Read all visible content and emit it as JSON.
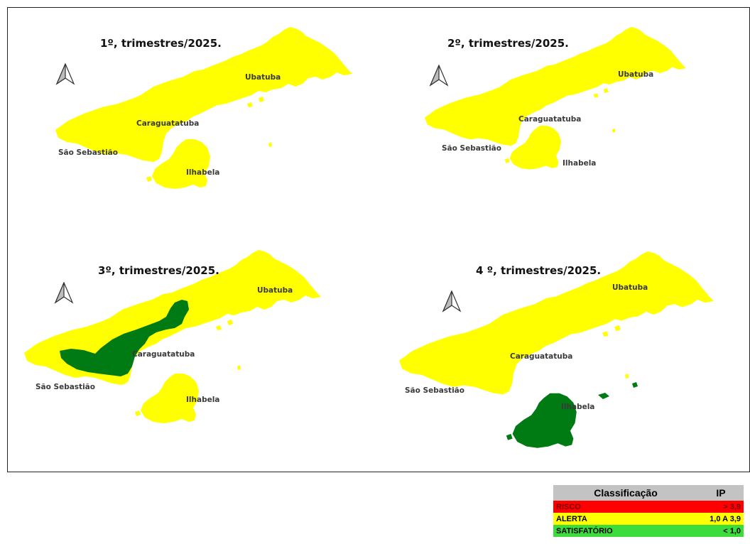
{
  "colors": {
    "default_land": "#ffff00",
    "satisfactory_land": "#007a12",
    "risco": "#ff0000",
    "alerta": "#ffff00",
    "satisfatorio": "#3cdc3c"
  },
  "maps": [
    {
      "title": "1º, trimestres/2025.",
      "labels": {
        "ubatuba": "Ubatuba",
        "caraguatatuba": "Caraguatatuba",
        "sao_sebastiao": "São Sebastião",
        "ilhabela": "Ilhabela"
      },
      "classification": {
        "ubatuba": "ALERTA",
        "caraguatatuba": "ALERTA",
        "sao_sebastiao": "ALERTA",
        "ilhabela": "ALERTA"
      }
    },
    {
      "title": "2º, trimestres/2025.",
      "labels": {
        "ubatuba": "Ubatuba",
        "caraguatatuba": "Caraguatatuba",
        "sao_sebastiao": "São Sebastião",
        "ilhabela": "Ilhabela"
      },
      "classification": {
        "ubatuba": "ALERTA",
        "caraguatatuba": "ALERTA",
        "sao_sebastiao": "ALERTA",
        "ilhabela": "ALERTA"
      }
    },
    {
      "title": "3º, trimestres/2025.",
      "labels": {
        "ubatuba": "Ubatuba",
        "caraguatatuba": "Caraguatatuba",
        "sao_sebastiao": "São Sebastião",
        "ilhabela": "Ilhabela"
      },
      "classification": {
        "ubatuba": "ALERTA",
        "caraguatatuba": "SATISFATÓRIO",
        "sao_sebastiao": "ALERTA",
        "ilhabela": "ALERTA"
      }
    },
    {
      "title": "4 º, trimestres/2025.",
      "labels": {
        "ubatuba": "Ubatuba",
        "caraguatatuba": "Caraguatatuba",
        "sao_sebastiao": "São Sebastião",
        "ilhabela": "Ilhabela"
      },
      "classification": {
        "ubatuba": "ALERTA",
        "caraguatatuba": "ALERTA",
        "sao_sebastiao": "ALERTA",
        "ilhabela": "SATISFATÓRIO"
      }
    }
  ],
  "legend": {
    "header": {
      "classificacao": "Classificação",
      "ip": "IP"
    },
    "rows": [
      {
        "label": "RISCO",
        "value": "> 3,9"
      },
      {
        "label": "ALERTA",
        "value": "1,0 A 3,9"
      },
      {
        "label": "SATISFATÓRIO",
        "value": "< 1,0"
      }
    ]
  }
}
